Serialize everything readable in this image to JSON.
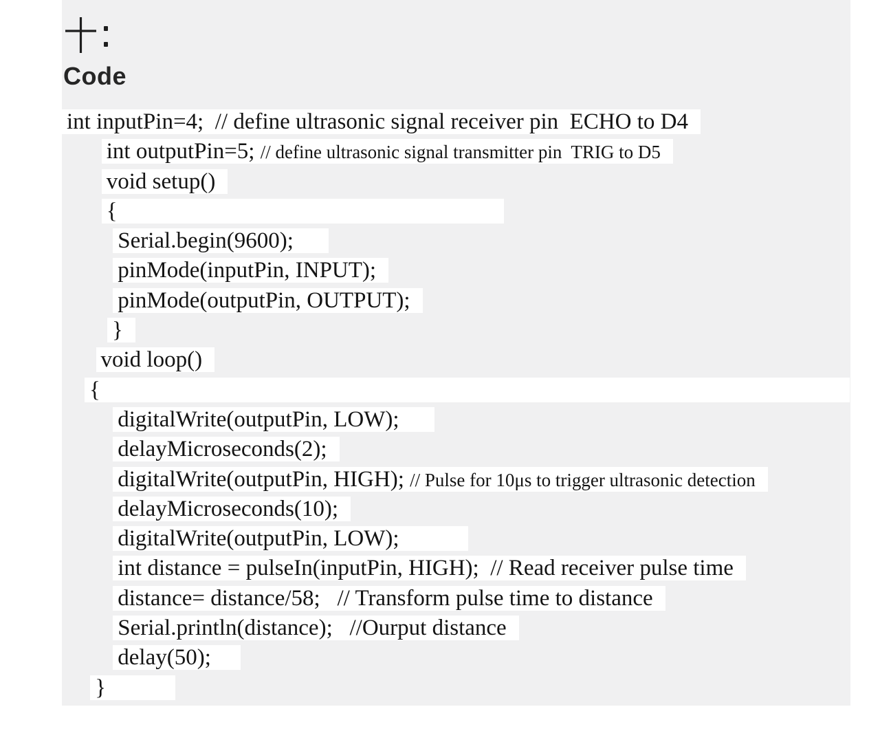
{
  "header": {
    "section_marker": "十：",
    "title": "Code"
  },
  "colors": {
    "page_background": "#ffffff",
    "panel_background": "#f0f0f1",
    "line_highlight": "#ffffff",
    "code_text": "#141414",
    "heading_text": "#262626"
  },
  "code_block": {
    "lines": [
      {
        "code": "int inputPin=4;  ",
        "comment": "// define ultrasonic signal receiver pin  ECHO to D4",
        "small_comment": false
      },
      {
        "code": "       int outputPin=5; ",
        "comment": "// define ultrasonic signal transmitter pin  TRIG to D5",
        "small_comment": true
      },
      {
        "code": "       void setup()"
      },
      {
        "code": "       {                                                                  "
      },
      {
        "code": "         Serial.begin(9600);    "
      },
      {
        "code": "         pinMode(inputPin, INPUT);"
      },
      {
        "code": "         pinMode(outputPin, OUTPUT);"
      },
      {
        "code": "        }"
      },
      {
        "code": "      void loop()"
      },
      {
        "code": "    {                                                                                                                                  "
      },
      {
        "code": "         digitalWrite(outputPin, LOW);    "
      },
      {
        "code": "         delayMicroseconds(2);"
      },
      {
        "code": "         digitalWrite(outputPin, HIGH); ",
        "comment": "// Pulse for 10μs to trigger ultrasonic detection",
        "small_comment": true
      },
      {
        "code": "         delayMicroseconds(10);"
      },
      {
        "code": "         digitalWrite(outputPin, LOW);          "
      },
      {
        "code": "         int distance = pulseIn(inputPin, HIGH);  ",
        "comment": "// Read receiver pulse time",
        "small_comment": false
      },
      {
        "code": "         distance= distance/58;   ",
        "comment": "// Transform pulse time to distance",
        "small_comment": false
      },
      {
        "code": "         Serial.println(distance);   ",
        "comment": "//Ourput distance",
        "small_comment": false
      },
      {
        "code": "         delay(50);   "
      },
      {
        "code": "     }          "
      }
    ]
  }
}
